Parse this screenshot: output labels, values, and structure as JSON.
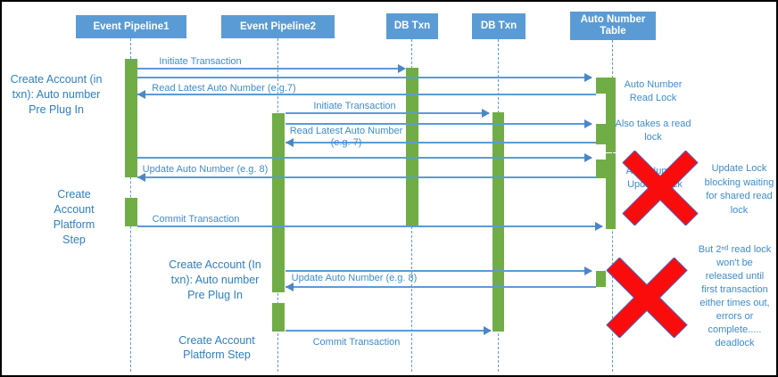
{
  "colors": {
    "header_bg": "#5B9BD5",
    "activation_bar": "#70AD47",
    "message_line": "#5B9BD5",
    "label_text": "#2E7FC2",
    "deadlock_x": "#FB0C0C"
  },
  "lifelines": [
    {
      "label": "Event Pipeline1"
    },
    {
      "label": "Event Pipeline2"
    },
    {
      "label": "DB Txn"
    },
    {
      "label": "DB Txn"
    },
    {
      "label": "Auto Number\nTable"
    }
  ],
  "messages": [
    {
      "label": "Initiate Transaction",
      "from": "Event Pipeline1",
      "to": "DB Txn"
    },
    {
      "label": "Read Latest Auto Number (e.g.7)",
      "from": "Auto Number Table",
      "to": "Event Pipeline1"
    },
    {
      "label": "Initiate Transaction",
      "from": "Event Pipeline2",
      "to": "DB Txn"
    },
    {
      "label": "Read Latest Auto Number\n(e.g. 7)",
      "from": "Auto Number Table",
      "to": "Event Pipeline2"
    },
    {
      "label": "Update Auto Number (e.g. 8)",
      "from": "Auto Number Table",
      "to": "Event Pipeline1"
    },
    {
      "label": "Commit Transaction",
      "from": "Event Pipeline1",
      "to": "Auto Number Table"
    },
    {
      "label": "Update Auto Number (e.g. 8)",
      "from": "Event Pipeline2",
      "to": "Auto Number Table"
    },
    {
      "label": "Commit Transaction",
      "from": "Event Pipeline2",
      "to": "DB Txn"
    }
  ],
  "step_labels": [
    {
      "label": "Create Account (in\ntxn): Auto number\nPre Plug In"
    },
    {
      "label": "Create\nAccount\nPlatform\nStep"
    },
    {
      "label": "Create Account (In\ntxn): Auto number\nPre Plug In"
    },
    {
      "label": "Create Account\nPlatform Step"
    }
  ],
  "annotations": [
    {
      "label": "Auto Number\nRead Lock"
    },
    {
      "label": "Also takes a read\nlock"
    },
    {
      "label": "Auto Number\nUpdate Lock"
    },
    {
      "label": "Update Lock\nblocking waiting\nfor shared read\nlock"
    },
    {
      "label": "But 2ⁿᵈ read lock\nwon't be\nreleased until\nfirst transaction\neither times out,\nerrors or\ncomplete.....\ndeadlock"
    }
  ]
}
